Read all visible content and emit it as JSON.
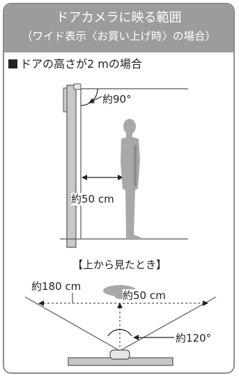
{
  "header": {
    "title": "ドアカメラに映る範囲",
    "subtitle": "（ワイド表示〈お買い上げ時〉の場合）"
  },
  "section": {
    "title": "ドアの高さが2 mの場合"
  },
  "side_view": {
    "angle_label": "約90°",
    "distance_label": "約50 cm"
  },
  "top_view": {
    "title": "【上から見たとき】",
    "width_label": "約180 cm",
    "distance_label": "約50 cm",
    "angle_label": "約120°"
  },
  "colors": {
    "header_bg": "#9c9c9c",
    "frame": "#8c8c8c",
    "figure": "#a8a8a8",
    "door": "#c8c8c8"
  }
}
